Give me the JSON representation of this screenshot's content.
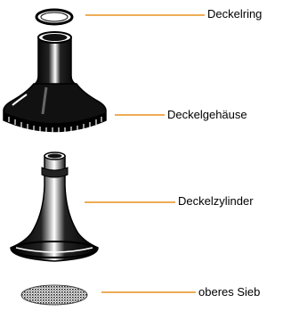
{
  "labels": {
    "ring": "Deckelring",
    "housing": "Deckelgehäuse",
    "cylinder": "Deckelzylinder",
    "sieve": "oberes Sieb"
  },
  "colors": {
    "leader_line": "#e8901e",
    "part_fill": "#111111",
    "background": "#ffffff"
  }
}
